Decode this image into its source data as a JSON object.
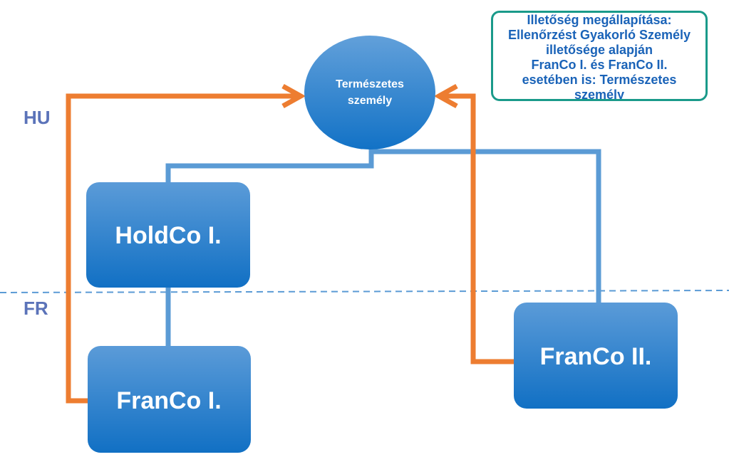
{
  "colors": {
    "orange": "#ed7d31",
    "blue_line": "#5b9bd5",
    "box_top": "#5b9bd8",
    "box_bottom": "#1170c4",
    "country_label": "#5b73b9",
    "divider": "#5b9bd5",
    "note_border": "#1a9a8a",
    "note_text": "#1a63b8"
  },
  "countries": {
    "hu": "HU",
    "fr": "FR"
  },
  "person": {
    "line1": "Természetes",
    "line2": "személy"
  },
  "entities": {
    "holdco1": "HoldCo I.",
    "franco1": "FranCo I.",
    "franco2": "FranCo II."
  },
  "note": {
    "lines": [
      "Illetőség megállapítása:",
      "Ellenőrzést Gyakorló Személy",
      "illetősége alapján",
      "FranCo I. és FranCo II.",
      "esetében is: Természetes",
      "személy"
    ]
  }
}
